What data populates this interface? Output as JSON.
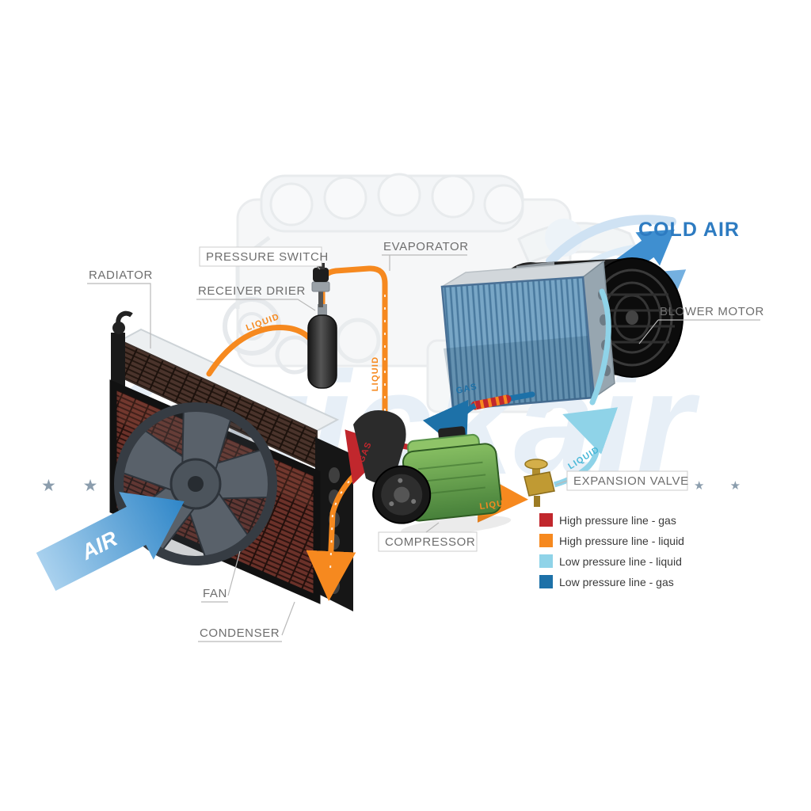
{
  "watermark": {
    "text": "Quickair",
    "stars_left": "★ ★ ★ ★",
    "stars_right": "★ ★ ★ ★ ★",
    "stars_right_dark": "★ ★"
  },
  "component_labels": {
    "radiator": "RADIATOR",
    "pressure_switch": "PRESSURE SWITCH",
    "receiver_drier": "RECEIVER DRIER",
    "evaporator": "EVAPORATOR",
    "blower_motor": "BLOWER MOTOR",
    "cold_air": "COLD AIR",
    "expansion_valve": "EXPANSION VALVE",
    "compressor": "COMPRESSOR",
    "fan": "FAN",
    "condenser": "CONDENSER",
    "air": "AIR"
  },
  "pipe_labels": {
    "condenser_to_drier": "LIQUID",
    "drier_to_evaporator": "LIQUID",
    "evaporator_suction": "GAS",
    "compressor_discharge": "GAS",
    "expansion_valve_inlet": "LIQUID",
    "expansion_valve_outlet": "LIQUID"
  },
  "legend": {
    "items": [
      {
        "label": "High pressure line - gas",
        "color": "#c1272d"
      },
      {
        "label": "High pressure line - liquid",
        "color": "#f6891f"
      },
      {
        "label": "Low pressure line - liquid",
        "color": "#8fd3e8"
      },
      {
        "label": "Low pressure line - gas",
        "color": "#1d71a8"
      }
    ]
  },
  "colors": {
    "cold_air_text": "#2d7bc1",
    "air_arrow": "#3c8ed2",
    "watermark": "#e7eff7",
    "label_text": "#6e6e6e"
  }
}
